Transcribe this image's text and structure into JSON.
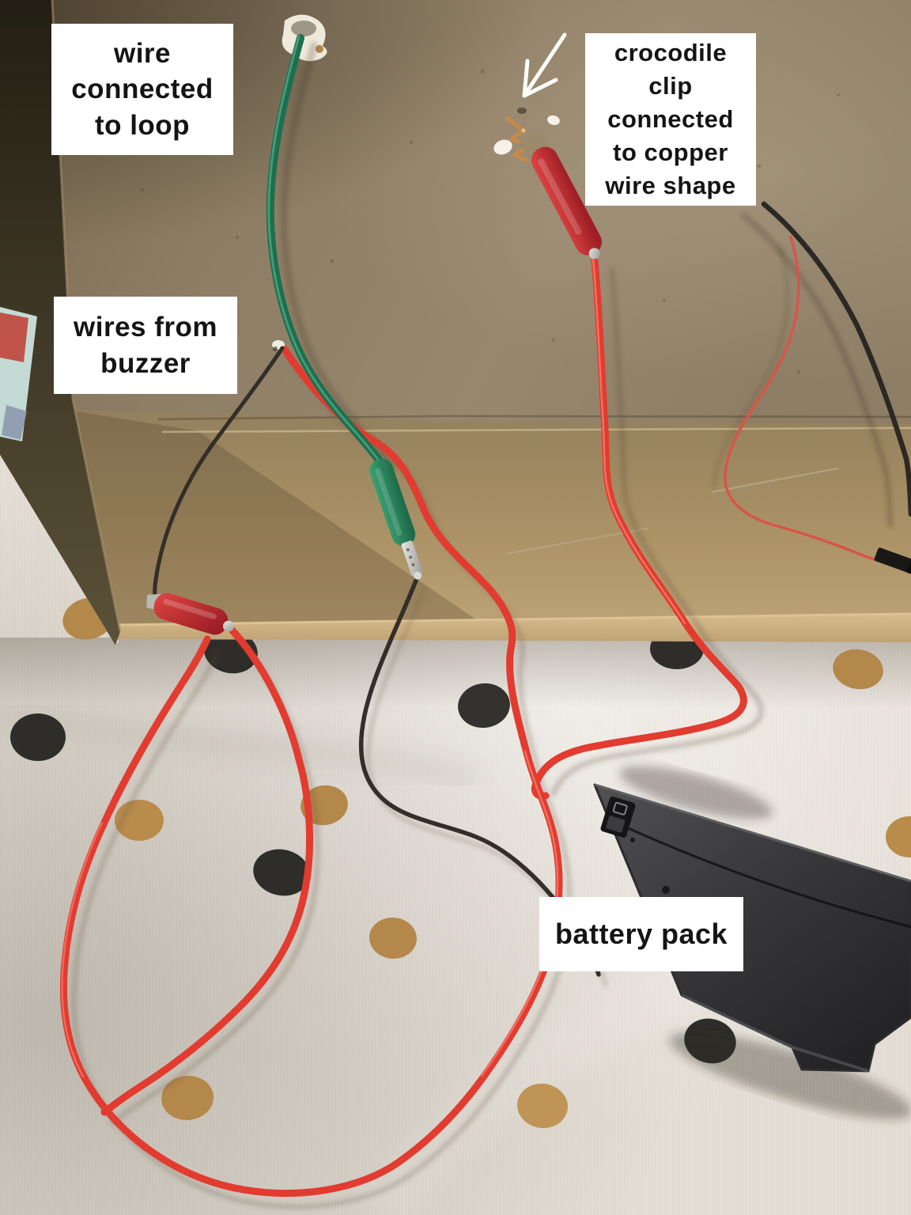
{
  "labels": {
    "wire_loop": "wire connected to loop",
    "crocodile_clip": "crocodile clip connected to copper wire shape",
    "buzzer": "wires from buzzer",
    "battery": "battery pack"
  },
  "scene": {
    "type": "annotated craft photo",
    "subject": "buzz-wire game circuit built in a cardboard box on a polka-dot tablecloth",
    "objects": [
      "cardboard-box",
      "green-wire-through-hole",
      "red-crocodile-clip-on-copper-wire",
      "green-crocodile-clip",
      "red-crocodile-clip-at-box-corner",
      "buzzer-wires-red-and-black",
      "battery-pack-with-switch",
      "thin-red-lead-with-connector",
      "polka-dot-tablecloth",
      "white-arrow"
    ],
    "colors": {
      "cardboard_wall": "#8d7d64",
      "cardboard_floor": "#b69c72",
      "cloth": "#e8e3da",
      "dot_black": "#2e2d29",
      "dot_tan": "#b4874a",
      "wire_red": "#e23b30",
      "wire_green": "#1d6f4f",
      "wire_black": "#332e28",
      "clip_red": "#c1272d",
      "clip_green": "#2e8b62",
      "battery": "#323234",
      "copper": "#c58a4a",
      "label_bg": "#ffffff",
      "label_text": "#141414",
      "arrow": "#fdfdf8"
    }
  }
}
